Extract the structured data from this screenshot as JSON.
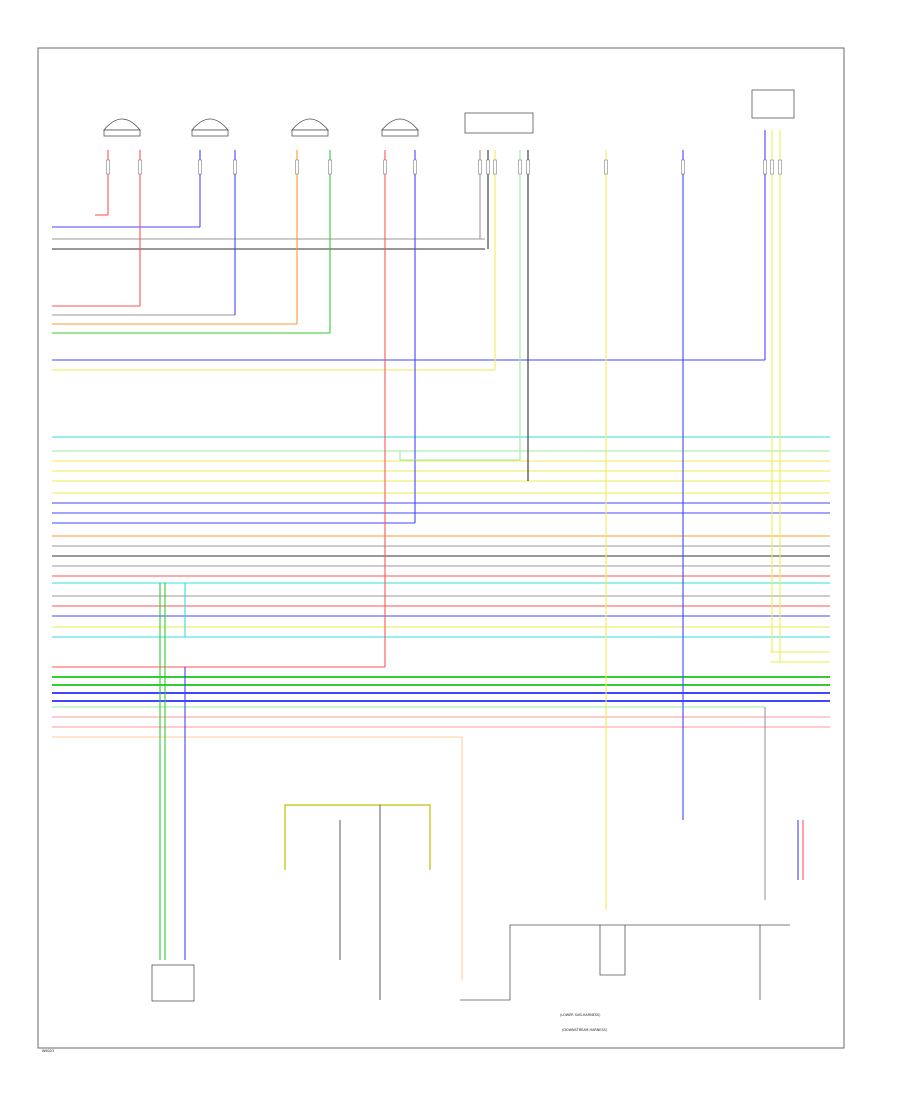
{
  "footer_code": "W6003",
  "bottom_labels": [
    "(LOWER SUB-HARNESS)",
    "(DOWNSTREAM HARNESS)"
  ],
  "colors": {
    "RED": "#ff5555",
    "BLU": "#4444ff",
    "GRY": "#9a9a9a",
    "BLK": "#333333",
    "ORG": "#ff9933",
    "GRN": "#33cc33",
    "LTGRN": "#99ee99",
    "YEL": "#eeee55",
    "LTBLU": "#33dddd",
    "PNK": "#ff9999",
    "BRN": "#aa6644",
    "TAN": "#ffcc99",
    "VIO": "#9955cc"
  }
}
